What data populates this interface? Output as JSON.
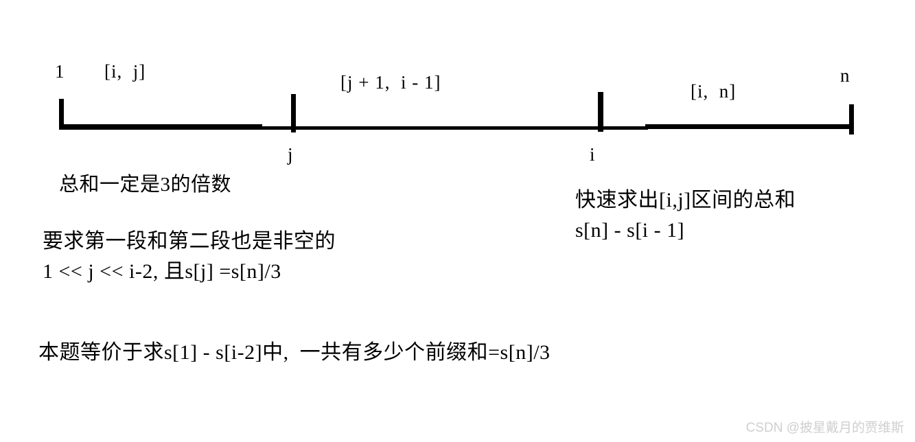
{
  "diagram": {
    "axis": {
      "left_endpoint_label": "1",
      "right_endpoint_label": "n",
      "tick_labels": {
        "j": "j",
        "i": "i"
      },
      "segments": [
        {
          "name": "first-segment",
          "label": "[i,  j]"
        },
        {
          "name": "second-segment",
          "label": "[j + 1,  i - 1]"
        },
        {
          "name": "third-segment",
          "label": "[i,  n]"
        }
      ]
    },
    "notes": {
      "total_sum": "总和一定是3的倍数",
      "fast_range_sum_line1": "快速求出[i,j]区间的总和",
      "fast_range_sum_line2": "s[n] - s[i - 1]",
      "requirement_line1": "要求第一段和第二段也是非空的",
      "requirement_line2": "1 << j << i-2, 且s[j] =s[n]/3",
      "conclusion": "本题等价于求s[1] - s[i-2]中,  一共有多少个前缀和=s[n]/3"
    }
  },
  "watermark": {
    "text": "CSDN @披星戴月的贾维斯",
    "color": "#cfcfcf"
  },
  "colors": {
    "background": "#ffffff",
    "ink": "#000000"
  }
}
